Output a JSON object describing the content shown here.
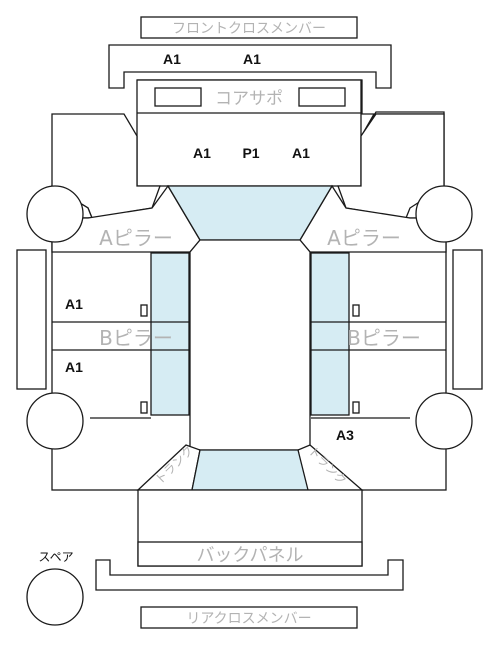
{
  "labels": {
    "front_cross_member": "フロントクロスメンバー",
    "core_support": "コアサポ",
    "a_pillar_left": "Aピラー",
    "a_pillar_right": "Aピラー",
    "b_pillar_left": "Bピラー",
    "b_pillar_right": "Bピラー",
    "trunk_left": "トランク",
    "trunk_right": "トランク",
    "back_panel": "バックパネル",
    "rear_cross_member": "リアクロスメンバー",
    "spare": "スペア"
  },
  "grades": {
    "front_cross_left": "A1",
    "front_cross_right": "A1",
    "core_left": "A1",
    "core_center": "P1",
    "core_right": "A1",
    "left_front_door": "A1",
    "left_rear_door": "A1",
    "right_rear": "A3"
  },
  "colors": {
    "glass": "#d6ecf3",
    "outline": "#1a1a1a",
    "label_grey": "#b3b3b3"
  }
}
